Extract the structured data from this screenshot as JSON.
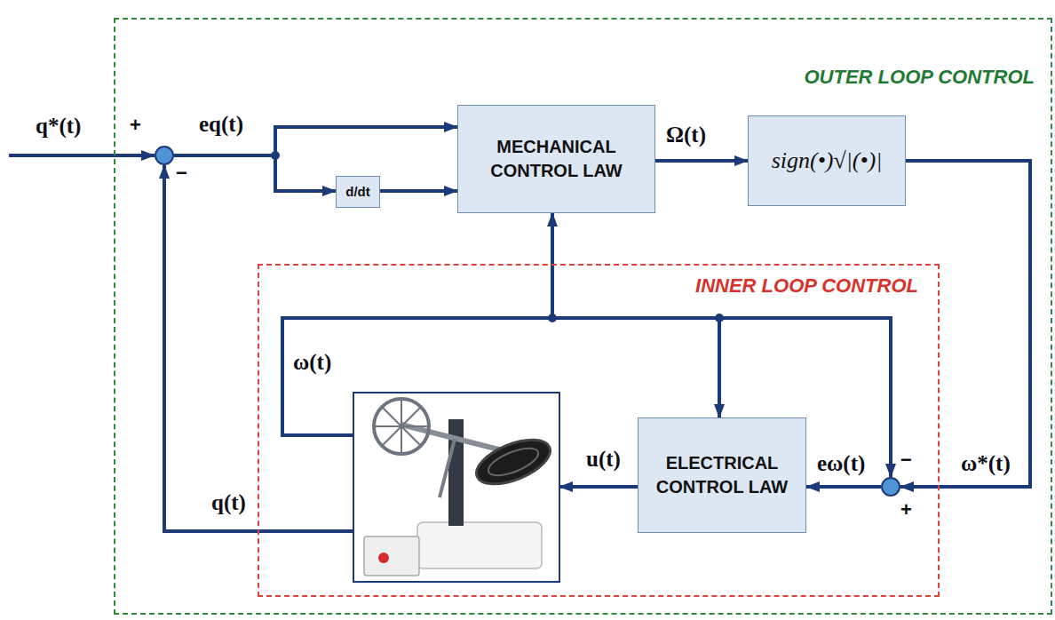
{
  "diagram": {
    "nodes": [
      {
        "text": [
          "OUTER LOOP CONTROL"
        ]
      },
      {
        "text": [
          "+",
          "−"
        ],
        "in": 0
      },
      {
        "text": [
          "d/dt"
        ],
        "in": 0
      },
      {
        "text": [
          "MECHANICAL CONTROL LAW"
        ],
        "in": 0
      },
      {
        "text": [
          "sign(•)√|(•)|"
        ],
        "in": 0
      },
      {
        "text": [
          "INNER LOOP CONTROL"
        ],
        "in": 0
      },
      {
        "text": [
          "ELECTRICAL CONTROL LAW"
        ],
        "in": 5
      },
      {
        "text": [
          "−",
          "+"
        ],
        "in": 5
      }
    ],
    "edges": [
      {
        "from": 1,
        "to": 3,
        "arrow": "to",
        "label": "eq(t)"
      },
      {
        "from": 1,
        "to": 2,
        "arrow": "to"
      },
      {
        "from": 2,
        "to": 3,
        "arrow": "to"
      },
      {
        "from": 3,
        "to": 4,
        "arrow": "to",
        "label": "Ω(t)"
      },
      {
        "from": 4,
        "to": 7,
        "arrow": "to",
        "label": "ω*(t)"
      },
      {
        "from": 7,
        "to": 6,
        "arrow": "to",
        "label": "eω(t)"
      }
    ],
    "labels": [
      "q*(t)",
      "ω(t)",
      "q(t)",
      "u(t)"
    ]
  }
}
